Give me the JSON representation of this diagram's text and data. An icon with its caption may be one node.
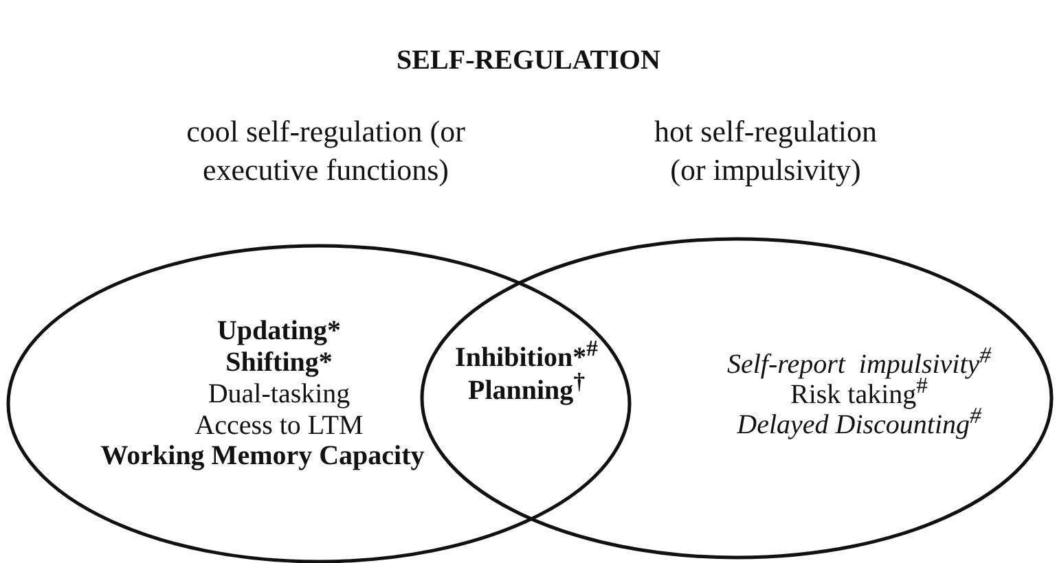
{
  "diagram": {
    "title": "SELF-REGULATION",
    "nodes": [
      {
        "text": [
          "cool self-regulation (or executive functions)",
          "Updating*",
          "Shifting*",
          "Dual-tasking",
          "Access to LTM",
          "Working Memory Capacity"
        ]
      },
      {
        "text": [
          "hot self-regulation (or impulsivity)",
          "Self-report  impulsivity$^{#}$",
          "Risk taking$^{#}$",
          "Delayed Discounting$^{#}$"
        ]
      }
    ],
    "labels": [
      "Inhibition*$^{#}$",
      "Planning$^{†}$"
    ]
  }
}
